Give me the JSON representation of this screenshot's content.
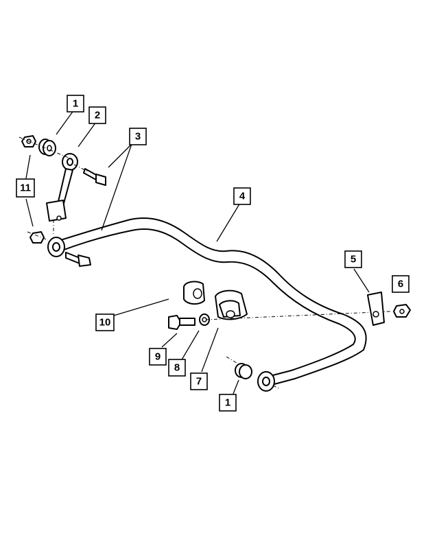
{
  "callouts": [
    {
      "id": "c1a",
      "number": "1"
    },
    {
      "id": "c2",
      "number": "2"
    },
    {
      "id": "c3",
      "number": "3"
    },
    {
      "id": "c4",
      "number": "4"
    },
    {
      "id": "c5",
      "number": "5"
    },
    {
      "id": "c6",
      "number": "6"
    },
    {
      "id": "c7",
      "number": "7"
    },
    {
      "id": "c8",
      "number": "8"
    },
    {
      "id": "c9",
      "number": "9"
    },
    {
      "id": "c10",
      "number": "10"
    },
    {
      "id": "c11",
      "number": "11"
    },
    {
      "id": "c1b",
      "number": "1"
    }
  ]
}
